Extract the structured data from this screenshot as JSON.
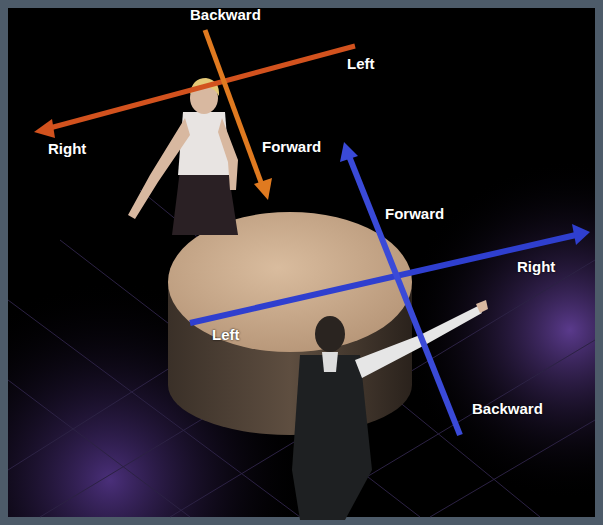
{
  "diagram": {
    "labels": [
      "Backward",
      "Left",
      "Right",
      "Forward",
      "Forward",
      "Right",
      "Left",
      "Backward"
    ]
  }
}
